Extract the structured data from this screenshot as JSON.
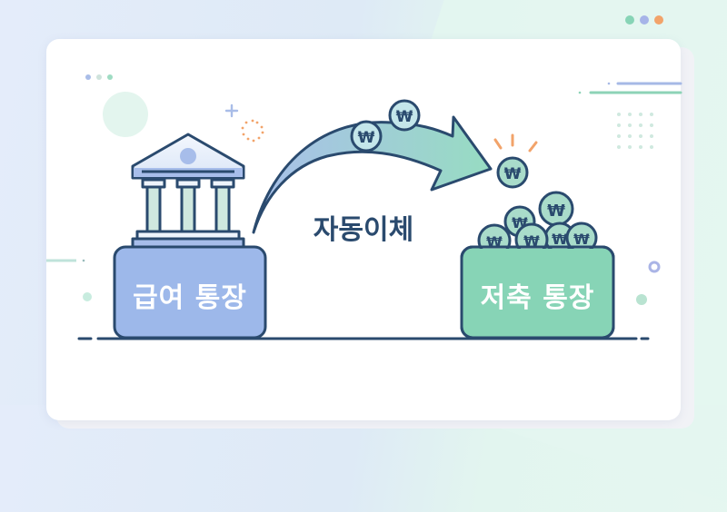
{
  "diagram": {
    "title": "자동이체",
    "source_account": {
      "label": "급여 통장",
      "icon": "bank-building-icon",
      "color": "#9db8ea"
    },
    "target_account": {
      "label": "저축 통장",
      "icon": "coin-pile-icon",
      "color": "#87d4b6"
    },
    "flow": {
      "label": "자동이체",
      "icon": "curved-arrow-icon",
      "coin_symbol": "₩"
    },
    "coin_symbol": "₩"
  },
  "colors": {
    "outline": "#2a4a6e",
    "blue": "#9db8ea",
    "green": "#87d4b6",
    "orange": "#f2a36a",
    "light_green": "#e2f5ee",
    "light_blue": "#dde8f8"
  },
  "decor": {
    "top_right_dots": [
      "#87d4b6",
      "#a6b4e8",
      "#f2a36a"
    ],
    "left_dots": [
      "#a9bde8",
      "#cfe3dc",
      "#9fdcc3"
    ]
  }
}
